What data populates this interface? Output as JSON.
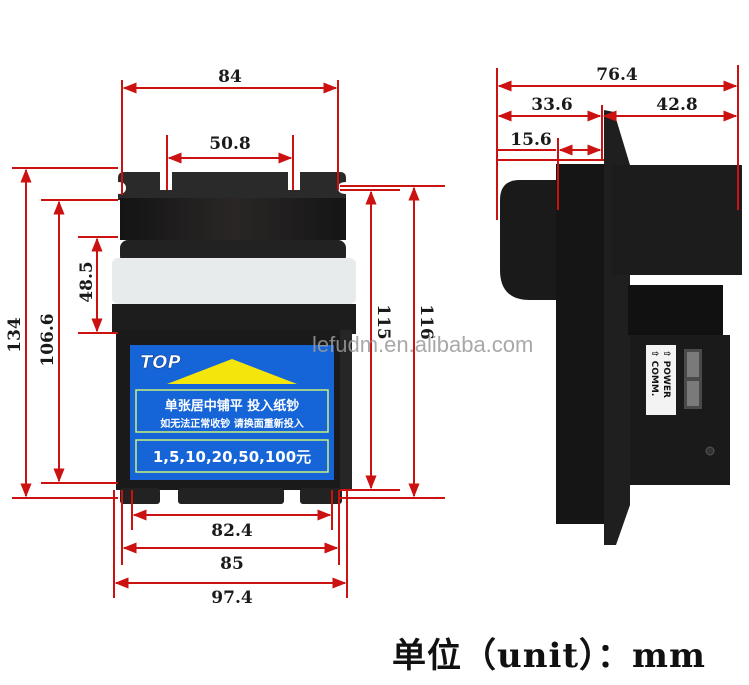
{
  "figure": {
    "title": "Bill acceptor dimension drawing",
    "unit_label": "单位（unit）：mm",
    "watermark": "lefudm.en.alibaba.com",
    "colors": {
      "dimension_line": "#cc1111",
      "panel_blue": "#1565d8",
      "arrow_yellow": "#f4e60c",
      "body": "#1c1c1c"
    }
  },
  "front_view": {
    "dimensions": {
      "top_width": "84",
      "slot_spacing": "50.8",
      "total_height": "134",
      "body_height": "106.6",
      "entry_height": "48.5",
      "right_height_inner": "115",
      "right_height_outer": "116",
      "bottom_inner": "82.4",
      "bottom_mid": "85",
      "bottom_outer": "97.4"
    },
    "panel": {
      "logo": "TOP",
      "line1": "单张居中铺平 投入纸钞",
      "line2": "如无法正常收钞 请换面重新投入",
      "denominations": "1,5,10,20,50,100元"
    }
  },
  "side_view": {
    "dimensions": {
      "total_depth": "76.4",
      "front_depth": "33.6",
      "rear_depth": "42.8",
      "bezel_depth": "15.6"
    },
    "connector_label": {
      "line1": "⇧ COMM.",
      "line2": "⇧ POWER"
    }
  }
}
